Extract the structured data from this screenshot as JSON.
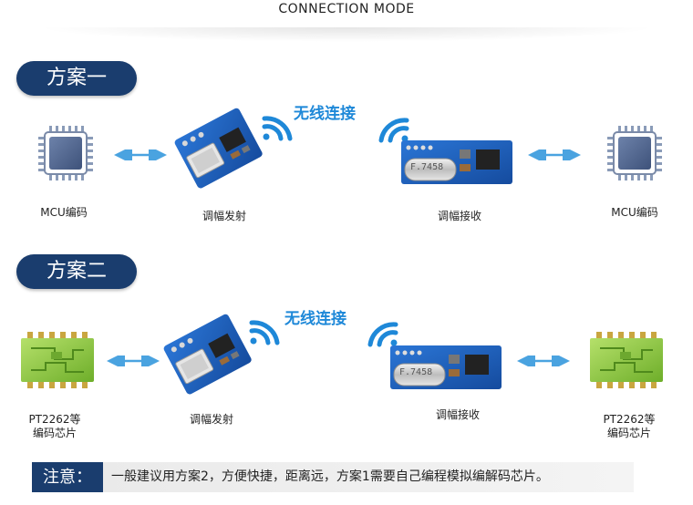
{
  "header": {
    "title": "CONNECTION MODE"
  },
  "scheme1": {
    "title": "方案一",
    "wireless_label": "无线连接",
    "left_label": "MCU编码",
    "tx_label": "调幅发射",
    "rx_label": "调幅接收",
    "right_label": "MCU编码",
    "crystal_text": "F.7458"
  },
  "scheme2": {
    "title": "方案二",
    "wireless_label": "无线连接",
    "left_label_line1": "PT2262等",
    "left_label_line2": "编码芯片",
    "tx_label": "调幅发射",
    "rx_label": "调幅接收",
    "right_label_line1": "PT2262等",
    "right_label_line2": "编码芯片",
    "crystal_text": "F.7458"
  },
  "note": {
    "tag": "注意：",
    "text": "一般建议用方案2，方便快捷，距离远，方案1需要自己编程模拟编解码芯片。"
  },
  "colors": {
    "pill": "#1a3d6e",
    "wireless": "#1e88d8",
    "pcb": "#1f5fbf",
    "chip": "#4a5f88",
    "green_chip": "#8dc63f",
    "arrow": "#4aa3e0"
  },
  "icons": [
    "mcu-chip-icon",
    "green-encoder-chip-icon",
    "transmitter-module-icon",
    "receiver-module-icon",
    "wifi-signal-icon",
    "double-arrow-icon"
  ]
}
